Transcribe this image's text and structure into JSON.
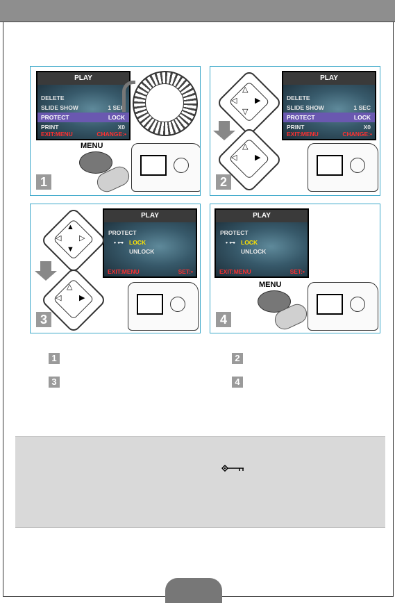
{
  "panels": [
    {
      "step": "1",
      "screen": {
        "title": "PLAY",
        "rows": [
          {
            "label": "DELETE",
            "value": ""
          },
          {
            "label": "SLIDE SHOW",
            "value": "1 SEC"
          },
          {
            "label": "PROTECT",
            "value": "LOCK"
          },
          {
            "label": "PRINT",
            "value": "X0"
          }
        ],
        "footer_left": "EXIT:MENU",
        "footer_right": "CHANGE:•"
      },
      "button_label": "MENU"
    },
    {
      "step": "2",
      "screen": {
        "title": "PLAY",
        "rows": [
          {
            "label": "DELETE",
            "value": ""
          },
          {
            "label": "SLIDE SHOW",
            "value": "1 SEC"
          },
          {
            "label": "PROTECT",
            "value": "LOCK"
          },
          {
            "label": "PRINT",
            "value": "X0"
          }
        ],
        "footer_left": "EXIT:MENU",
        "footer_right": "CHANGE:•"
      }
    },
    {
      "step": "3",
      "screen": {
        "title": "PLAY",
        "heading": "PROTECT",
        "options": [
          "LOCK",
          "UNLOCK"
        ],
        "footer_left": "EXIT:MENU",
        "footer_right": "SET:•"
      }
    },
    {
      "step": "4",
      "screen": {
        "title": "PLAY",
        "heading": "PROTECT",
        "options": [
          "LOCK",
          "UNLOCK"
        ],
        "footer_left": "EXIT:MENU",
        "footer_right": "SET:•"
      },
      "button_label": "MENU"
    }
  ],
  "legend": [
    "1",
    "2",
    "3",
    "4"
  ],
  "note": {
    "icon": "lock-key-icon"
  },
  "colors": {
    "panel_border": "#3aa7c9",
    "highlight": "#6a58b0",
    "selected": "#ffe400",
    "footer_text": "#ff3030"
  }
}
